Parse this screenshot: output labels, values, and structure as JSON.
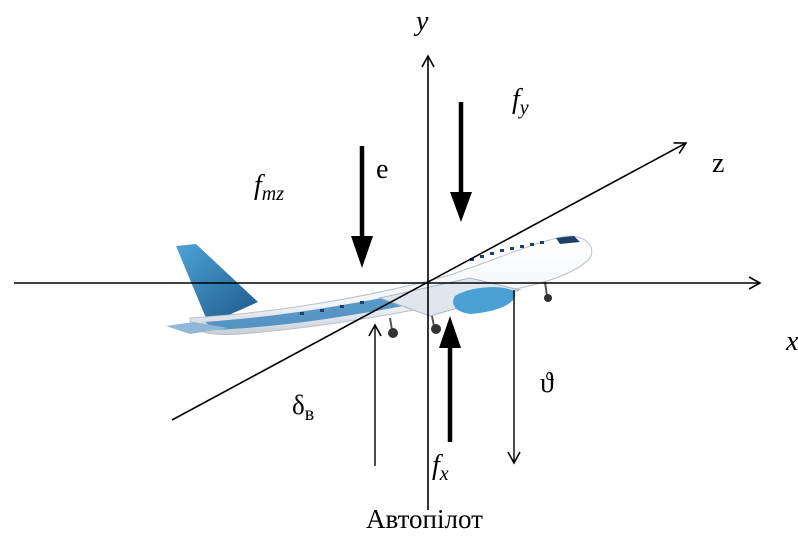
{
  "diagram": {
    "axis_x": {
      "label": "x"
    },
    "axis_y": {
      "label": "y"
    },
    "axis_z": {
      "label": "z"
    },
    "forces": {
      "f_y": {
        "base": "f",
        "sub": "y"
      },
      "f_mz": {
        "base": "f",
        "sub": "mz"
      },
      "f_x": {
        "base": "f",
        "sub": "x"
      },
      "e": {
        "label": "e"
      }
    },
    "angles": {
      "delta_v": {
        "label": "δ",
        "sub": "в"
      },
      "theta": {
        "label": "ϑ"
      }
    },
    "caption": "Автопілот"
  },
  "colors": {
    "line": "#000000",
    "fuselage": "#ffffff",
    "tail": "#3a8dc5",
    "tail_dark": "#1e5b8c",
    "engine": "#4a9fd4",
    "window": "#1f3f66"
  }
}
